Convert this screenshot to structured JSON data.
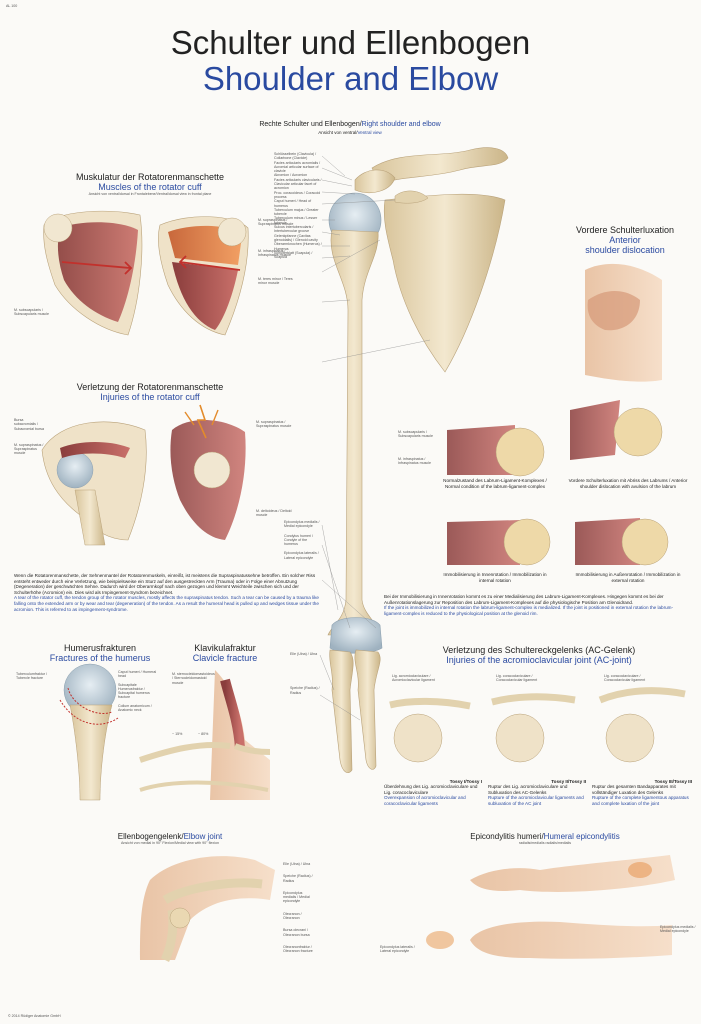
{
  "page": {
    "corner_code": "AL 100",
    "title_de": "Schulter und Ellenbogen",
    "title_en": "Shoulder and Elbow",
    "copyright": "© 2014 Rüdiger Anatomie GmbH"
  },
  "main": {
    "heading_de": "Rechte Schulter und Ellenbogen/",
    "heading_en": "Right shoulder and elbow",
    "sub_de": "Ansicht von ventral/",
    "sub_en": "Ventral view",
    "labels_upper": [
      "Schlüsselbein (Clavicula) / Collarbone (Clavicle)",
      "Facies articularis acromialis / Acromial articular surface of clavicle",
      "Akromion / Acromion",
      "Facies articularis clavicularis / Clavicular articular facet of acromion",
      "Proc. coracoideus / Coracoid process",
      "Caput humeri / Head of humerus",
      "Tuberculum majus / Greater tubercle",
      "Tuberculum minus / Lesser tubercle",
      "Sulcus intertubercularis / Intertubercular groove",
      "Gelenkpfanne (Cavitas glenoidalis) / Glenoid cavity",
      "Oberarmknochen (Humerus) / Humerus",
      "Schulterblatt (Scapula) / Scapula"
    ],
    "labels_lower": [
      "Epicondylus medialis / Medial epicondyle",
      "Condylus humeri / Condyle of the humerus",
      "Epicondylus lateralis / Lateral epicondyle"
    ],
    "labels_forearm": [
      "Elle (Ulna) / Ulna",
      "Speiche (Radius) / Radius"
    ]
  },
  "rotator_cuff": {
    "title_de": "Muskulatur der Rotatorenmanschette",
    "title_en": "Muscles of the rotator cuff",
    "sub": "Ansicht von ventral/dorsal in Frontalebene/Ventral/dorsal view in frontal plane",
    "labels_right": [
      "M. supraspinatus / Supraspinatus muscle",
      "M. infraspinatus / Infraspinatus muscle",
      "M. teres minor / Teres minor muscle"
    ],
    "label_left": "M. subscapularis / Subscapularis muscle"
  },
  "injuries": {
    "title_de": "Verletzung der Rotatorenmanschette",
    "title_en": "Injuries of the rotator cuff",
    "labels_left": [
      "Bursa subacromialis / Subacromial bursa",
      "M. supraspinatus / Supraspinatus muscle"
    ],
    "labels_right": [
      "M. supraspinatus / Supraspinatus muscle",
      "M. deltoideus / Deltoid muscle"
    ],
    "text_de": "Wenn die Rotatorenmanschette, der Sehnenmantel der Rotatorenmuskeln, einreißt, ist meistens die Supraspinatussehne betroffen. Ein solcher Riss entsteht entweder durch eine Verletzung, wie beispielsweise ein Sturz auf den ausgestreckten Arm (Trauma) oder in Folge einer Abnutzung (Degeneration) der geschwächten Sehne. Dadurch wird der Oberarmkopf nach oben gezogen und klemmt Weichteile zwischen sich und der Schulterhöhe (Acromion) ein. Dies wird als Impingement-Syndrom bezeichnet.",
    "text_en": "A tear of the rotator cuff, the tendon group of the rotator muscles, mostly affects the supraspinatus tendon. Such a tear can be caused by a trauma like falling onto the extended arm or by wear and tear (degeneration) of the tendon. As a result the humeral head is pulled up and wedges tissue under the acromion. This is referred to as impingement-syndrome."
  },
  "dislocation": {
    "title_de": "Vordere Schulterluxation",
    "title_en_1": "Anterior",
    "title_en_2": "shoulder dislocation",
    "labels_left": [
      "M. subscapularis / Subscapularis muscle",
      "M. infraspinatus / Infraspinatus muscle"
    ],
    "captions": [
      "Normalzustand des Labrum-Ligament-Komplexes / Normal condition of the labrum-ligament-complex",
      "Vordere Schulterluxation mit Abriss des Labrums / Anterior shoulder dislocation with avulsion of the labrum",
      "Immobilisierung in Innenrotation / Immobilization in internal rotation",
      "Immobilisierung in Außenrotation / Immobilization in external rotation"
    ],
    "text_de": "Bei der Immobilisierung in Innenrotation kommt es zu einer Medialisierung des Labrum-Ligament-Komplexes. Hingegen kommt es bei der Außenrotationslagerung zur Reposition des Labrum-Ligament-Komplexes auf die physiologische Position am Glenoidrand.",
    "text_en": "If the joint is immobilized in internal rotation the labrum-ligament-complex is medialized. If the joint is positioned in external rotation the labrum-ligament-complex is reduced to the physiological position at the glenoid rim."
  },
  "fractures": {
    "title_de": "Humerusfrakturen",
    "title_en": "Fractures of the humerus",
    "labels": [
      "Tuberculumfraktur / Tubercle fracture",
      "Caput humeri / Humeral head",
      "Subcapitale Humerusfraktur / Subcapital humerus fracture",
      "Collum anatomicum / Anatomic neck"
    ]
  },
  "clavicle": {
    "title_de": "Klavikulafraktur",
    "title_en": "Clavicle fracture",
    "label": "M. sternocleidomastoideus / Sternocleidomastoid muscle",
    "pct_left": "~ 15%",
    "pct_right": "~ 80%"
  },
  "ac_joint": {
    "title_de": "Verletzung des Schultereckgelenks (AC-Gelenk)",
    "title_en": "Injuries of the acromioclavicular joint (AC-joint)",
    "labels": [
      "Lig. acromioclaviculare / Acromioclavicular ligament",
      "Lig. coracoclaviculare / Coracoclavicular ligament",
      "Lig. coracoclaviculare / Coracoclavicular ligament"
    ],
    "grades": [
      {
        "name": "Tossy I/Tossy I",
        "de": "Überdehnung des Lig. acromioclaviculare und Lig. coracoclaviculare",
        "en": "Overexpansion of acromioclavicular and coracoclavicular ligaments"
      },
      {
        "name": "Tossy II/Tossy II",
        "de": "Ruptur des Lig. acromioclaviculare und Subluxation des AC-Gelenks",
        "en": "Rupture of the acromioclavicular ligaments and subluxation of the AC joint"
      },
      {
        "name": "Tossy III/Tossy III",
        "de": "Ruptur des gesamten Bandapparates mit vollständiger Luxation des Gelenks",
        "en": "Rupture of the complete ligamentous apparatus and complete luxation of the joint"
      }
    ]
  },
  "elbow": {
    "title_de": "Ellenbogengelenk/",
    "title_en": "Elbow joint",
    "sub": "Ansicht von medial in 90° Flexion/Medial view with 90° flexion",
    "labels": [
      "Elle (Ulna) / Ulna",
      "Speiche (Radius) / Radius",
      "Epicondylus medialis / Medial epicondyle",
      "Olecranon / Olecranon",
      "Bursa olecrani / Olecranon bursa",
      "Olecranonfraktur / Olecranon fracture"
    ]
  },
  "epicondylitis": {
    "title_de": "Epicondylitis humeri/",
    "title_en": "Humeral epicondylitis",
    "sub": "radialis/medialis radialis/medialis",
    "label_right": "Epicondylus medialis / Medial epicondyle",
    "label_left": "Epicondylus lateralis / Lateral epicondyle"
  },
  "colors": {
    "bone": "#e9dcbd",
    "cartilage": "#b9c8d2",
    "muscle": "#b05a55",
    "title_blue": "#2a4aa0"
  }
}
